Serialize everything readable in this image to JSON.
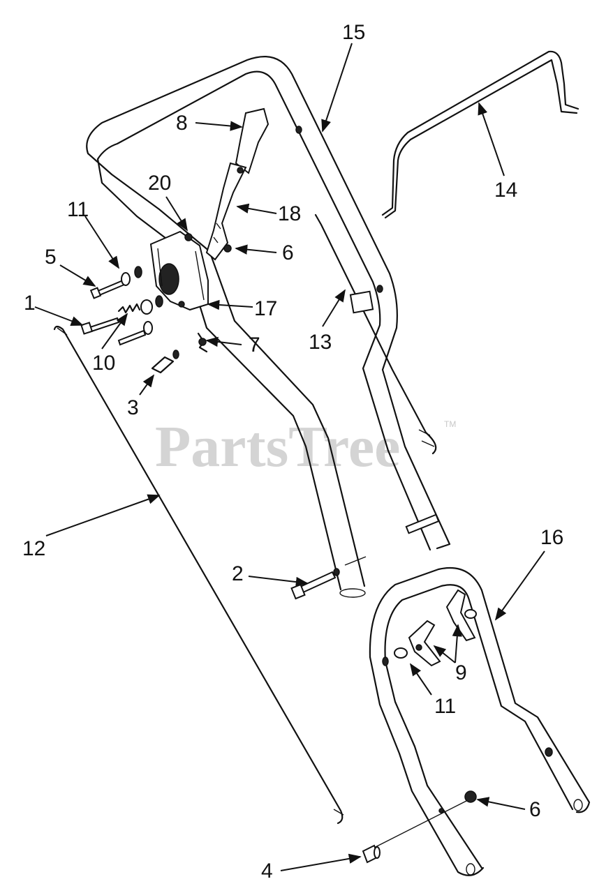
{
  "watermark": {
    "text": "PartsTree",
    "trademark": "TM"
  },
  "callouts": {
    "c1": "1",
    "c2": "2",
    "c3": "3",
    "c4": "4",
    "c5": "5",
    "c6a": "6",
    "c6b": "6",
    "c7": "7",
    "c8": "8",
    "c9": "9",
    "c10": "10",
    "c11a": "11",
    "c11b": "11",
    "c12": "12",
    "c13": "13",
    "c14": "14",
    "c15": "15",
    "c16": "16",
    "c17": "17",
    "c18": "18",
    "c20": "20"
  }
}
